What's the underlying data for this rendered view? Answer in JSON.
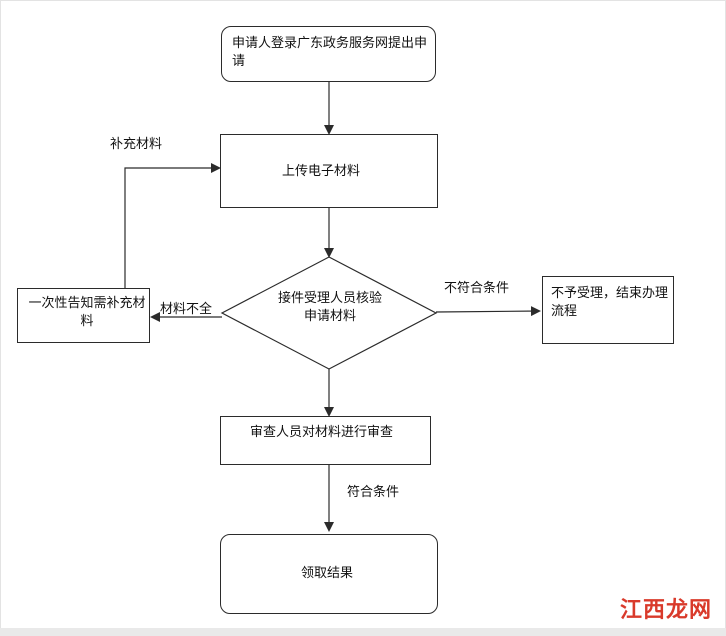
{
  "nodes": {
    "start": "申请人登录广东政务服务网提出申请",
    "upload": "上传电子材料",
    "review_accept": "接件受理人员核验申请材料",
    "notify": "一次性告知需补充材料",
    "reject": "不予受理，结束办理流程",
    "audit": "审查人员对材料进行审查",
    "result": "领取结果"
  },
  "edges": {
    "supplement": "补充材料",
    "incomplete": "材料不全",
    "not_eligible": "不符合条件",
    "eligible": "符合条件"
  },
  "watermark": "江西龙网"
}
